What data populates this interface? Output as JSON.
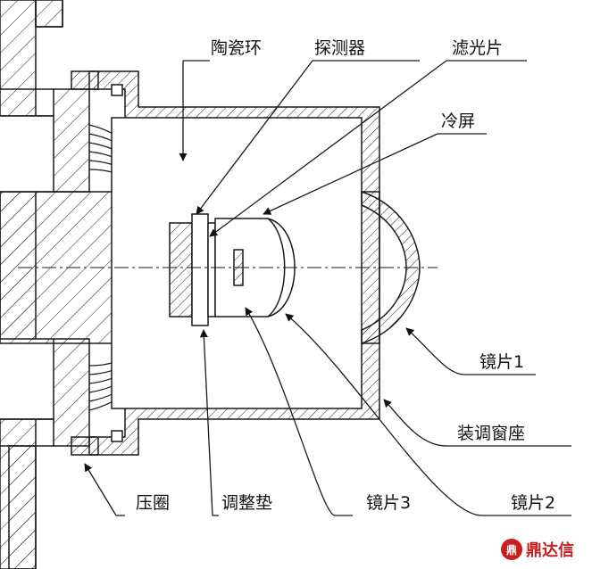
{
  "labels": {
    "ceramic_ring": "陶瓷环",
    "detector": "探测器",
    "filter": "滤光片",
    "cold_shield": "冷屏",
    "lens1": "镜片1",
    "adjust_window_seat": "装调窗座",
    "pressure_ring": "压圈",
    "adjust_pad": "调整垫",
    "lens3": "镜片3",
    "lens2": "镜片2"
  },
  "watermark": {
    "badge": "鼎",
    "text": "鼎达信"
  },
  "colors": {
    "line": "#1a1a1a",
    "watermark": "#c81e1e"
  }
}
